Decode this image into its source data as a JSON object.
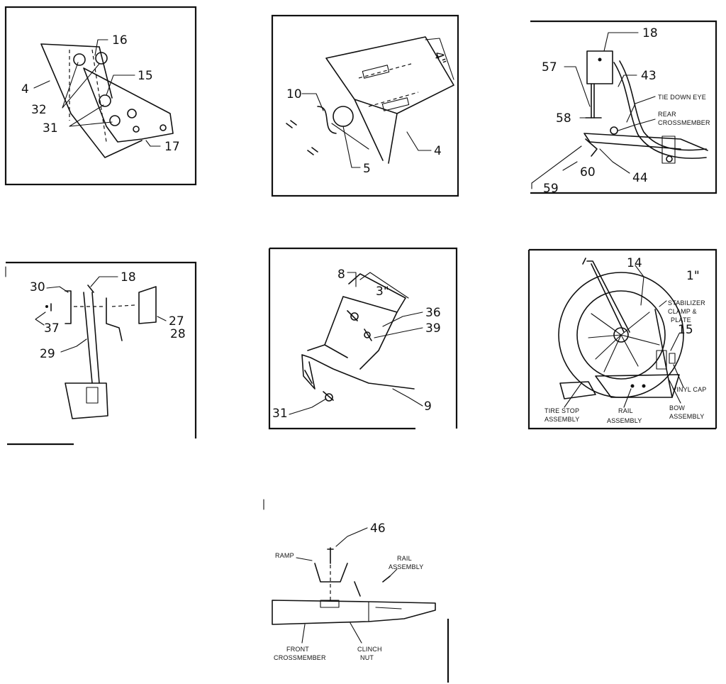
{
  "panels": {
    "bracket": {
      "callouts": [
        "4",
        "16",
        "15",
        "32",
        "31",
        "17"
      ]
    },
    "clip": {
      "callouts": [
        "10",
        "5",
        "4"
      ],
      "dimension": "4\""
    },
    "tiedown": {
      "callouts": [
        "18",
        "57",
        "58",
        "43",
        "60",
        "44",
        "59"
      ],
      "labels": [
        "TIE DOWN EYE",
        "REAR",
        "CROSSMEMBER"
      ]
    },
    "fender": {
      "callouts": [
        "30",
        "18",
        "37",
        "27",
        "28",
        "29"
      ]
    },
    "support": {
      "callouts": [
        "8",
        "36",
        "39",
        "31",
        "9"
      ],
      "dimension": "3\""
    },
    "wheel": {
      "callouts": [
        "14",
        "15"
      ],
      "dimension": "1\"",
      "labels": [
        "STABILIZER",
        "CLAMP &",
        "PLATE",
        "VINYL CAP",
        "TIRE STOP",
        "ASSEMBLY",
        "RAIL",
        "ASSEMBLY",
        "BOW",
        "ASSEMBLY"
      ]
    },
    "ramp": {
      "callouts": [
        "46"
      ],
      "labels": [
        "RAMP",
        "RAIL",
        "ASSEMBLY",
        "FRONT",
        "CROSSMEMBER",
        "CLINCH",
        "NUT"
      ]
    }
  }
}
